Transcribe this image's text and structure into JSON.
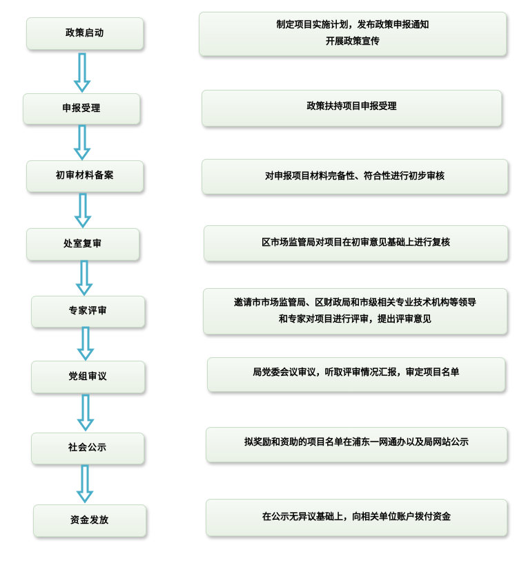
{
  "steps": [
    {
      "label": "政策启动",
      "desc": [
        "制定项目实施计划，发布政策申报通知",
        "开展政策宣传"
      ]
    },
    {
      "label": "申报受理",
      "desc": [
        "政策扶持项目申报受理"
      ]
    },
    {
      "label": "初审材料备案",
      "desc": [
        "对申报项目材料完备性、符合性进行初步审核"
      ]
    },
    {
      "label": "处室复审",
      "desc": [
        "区市场监管局对项目在初审意见基础上进行复核"
      ]
    },
    {
      "label": "专家评审",
      "desc": [
        "邀请市市场监管局、区财政局和市级相关专业技术机构等领导",
        "和专家对项目进行评审，提出评审意见"
      ]
    },
    {
      "label": "党组审议",
      "desc": [
        "局党委会议审议，听取评审情况汇报，审定项目名单"
      ]
    },
    {
      "label": "社会公示",
      "desc": [
        "拟奖励和资助的项目名单在浦东一网通办以及局网站公示"
      ]
    },
    {
      "label": "资金发放",
      "desc": [
        "在公示无异议基础上，向相关单位账户拨付资金"
      ]
    }
  ],
  "colors": {
    "arrow_fill": "#ffffff",
    "arrow_stroke": "#4aaec9"
  }
}
